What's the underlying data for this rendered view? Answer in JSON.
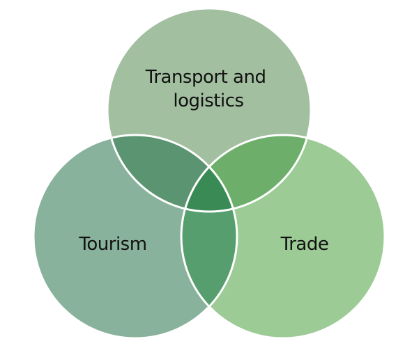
{
  "diagram": {
    "type": "venn",
    "sets": [
      {
        "id": "top",
        "label_lines": [
          "Transport and",
          "logistics"
        ],
        "color": "#a2bfa0"
      },
      {
        "id": "left",
        "label_lines": [
          "Tourism"
        ],
        "color": "#89b29c"
      },
      {
        "id": "right",
        "label_lines": [
          "Trade"
        ],
        "color": "#9ccb95"
      }
    ],
    "overlap_colors": {
      "top_left": "#5b9470",
      "top_right": "#6cae6a",
      "left_right": "#579e6e",
      "center": "#3a8a55"
    },
    "stroke_color": "#ffffff"
  }
}
